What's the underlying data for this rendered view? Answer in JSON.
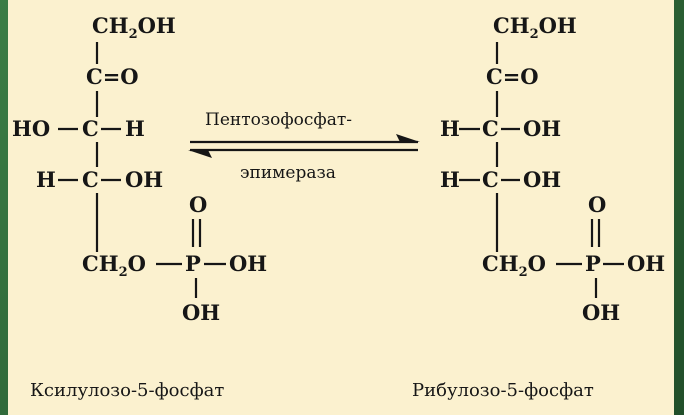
{
  "background_color": "#fbf1cf",
  "frame_color": "#2f6b3a",
  "left_molecule": {
    "name": "Ксилулозо-5-фосфат",
    "top": "CH2OH",
    "keto": "C=O",
    "row3": {
      "left": "HO",
      "center": "C",
      "right": "H"
    },
    "row4": {
      "left": "H",
      "center": "C",
      "right": "OH"
    },
    "phosphate": {
      "o_top": "O",
      "chain": "CH2O",
      "p": "P",
      "oh_right": "OH",
      "oh_bottom": "OH"
    }
  },
  "right_molecule": {
    "name": "Рибулозо-5-фосфат",
    "top": "CH2OH",
    "keto": "C=O",
    "row3": {
      "left": "H",
      "center": "C",
      "right": "OH"
    },
    "row4": {
      "left": "H",
      "center": "C",
      "right": "OH"
    },
    "phosphate": {
      "o_top": "O",
      "chain": "CH2O",
      "p": "P",
      "oh_right": "OH",
      "oh_bottom": "OH"
    }
  },
  "enzyme": {
    "line1": "Пентозофосфат-",
    "line2": "эпимераза"
  }
}
